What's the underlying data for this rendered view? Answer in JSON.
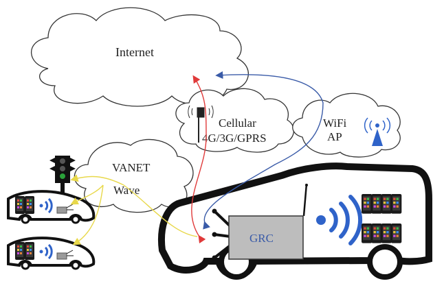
{
  "labels": {
    "internet": "Internet",
    "cellular_line1": "Cellular",
    "cellular_line2": "4G/3G/GPRS",
    "wifi_line1": "WiFi",
    "wifi_line2": "AP",
    "vanet_line1": "VANET",
    "vanet_line2": "Wave",
    "grc": "GRC"
  },
  "colors": {
    "internet_link": "#e03a3a",
    "wifi_link": "#3a5ba8",
    "vanet_link": "#e8d84a",
    "wireless_signal": "#2f63c9",
    "grc_box": "#bdbdbd",
    "traffic_light_go": "#2aa13a"
  },
  "icons": [
    "cellular-tower-icon",
    "wifi-ap-icon",
    "traffic-light-icon",
    "smartphone-icon",
    "wifi-signal-icon",
    "antenna-icon"
  ]
}
